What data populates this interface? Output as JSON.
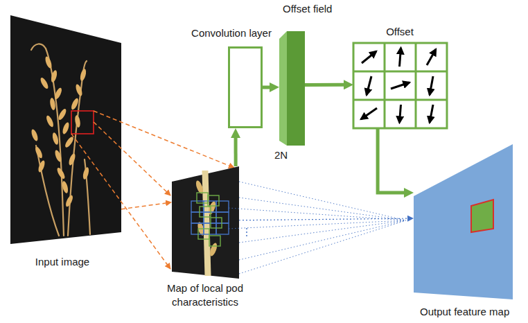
{
  "diagram": {
    "nodes": [
      {
        "text": [
          "Input image"
        ]
      },
      {
        "text": [
          "Map of local pod characteristics"
        ]
      },
      {
        "text": [
          "Convolution layer"
        ]
      },
      {
        "text": [
          "Offset field",
          "2N"
        ]
      },
      {
        "text": [
          "Offset"
        ]
      },
      {
        "text": [
          "Output feature map"
        ]
      }
    ],
    "edges": [
      {
        "from": 0,
        "to": 1,
        "arrow": "to"
      },
      {
        "from": 1,
        "to": 2,
        "arrow": "to"
      },
      {
        "from": 2,
        "to": 3,
        "arrow": "to"
      },
      {
        "from": 3,
        "to": 4,
        "arrow": "to"
      },
      {
        "from": 4,
        "to": 5,
        "arrow": "to"
      },
      {
        "from": 1,
        "to": 5,
        "arrow": "to"
      }
    ]
  }
}
